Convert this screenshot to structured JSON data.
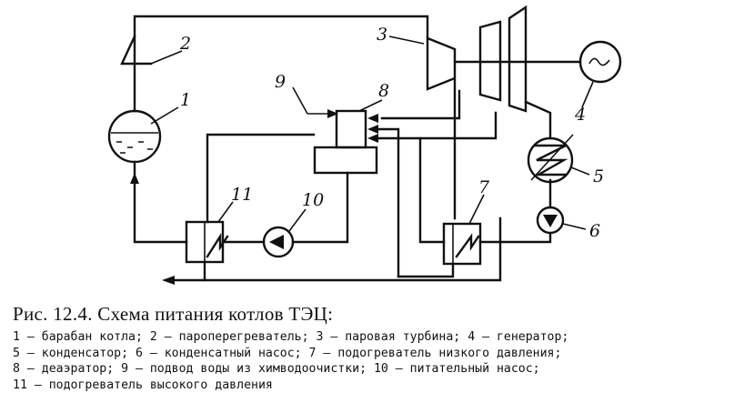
{
  "labels": {
    "n1": "1",
    "n2": "2",
    "n3": "3",
    "n4": "4",
    "n5": "5",
    "n6": "6",
    "n7": "7",
    "n8": "8",
    "n9": "9",
    "n10": "10",
    "n11": "11"
  },
  "caption": {
    "title": "Рис. 12.4. Схема питания котлов ТЭЦ:",
    "lines": [
      "1 — барабан котла; 2 — пароперегреватель; 3 — паровая турбина; 4 — генератор;",
      "5 — конденсатор; 6 — конденсатный насос; 7 — подогреватель низкого давления;",
      "8 — деаэратор; 9 — подвод воды из химводоочистки; 10 — питательный насос;",
      "11 — подогреватель высокого давления"
    ]
  },
  "icons": {
    "generator": "sine-wave-circle",
    "pump": "triangle-circle",
    "heat_exchanger": "zigzag-box"
  }
}
